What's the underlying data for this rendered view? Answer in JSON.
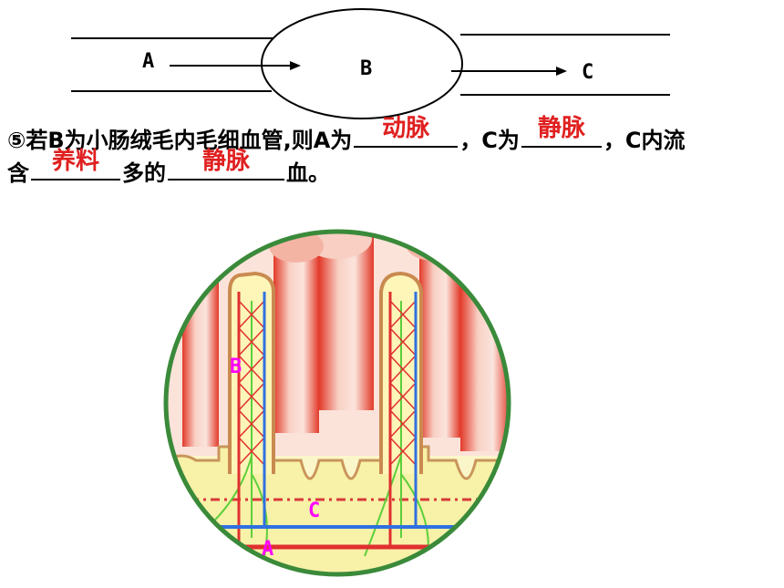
{
  "schematic": {
    "label_a": "A",
    "label_b": "B",
    "label_c": "C"
  },
  "question": {
    "line1_prefix": "⑤若B为小肠绒毛内毛细血管,则A为",
    "answer1": "动脉",
    "line1_mid": "，C为",
    "answer2": "静脉",
    "line1_suffix": "，C内流",
    "line2_prefix": "含",
    "answer3": "养料",
    "line2_mid": "多的",
    "answer4": "静脉",
    "line2_suffix": "血。"
  },
  "illustration": {
    "label_b": "B",
    "label_c": "C",
    "label_a": "A"
  },
  "colors": {
    "answer": "#e02020",
    "illustration_label": "#ff00ff",
    "circle_border": "#3a8a3a",
    "artery": "#e03030",
    "vein": "#3070e0",
    "lymph": "#5ccf3a"
  }
}
